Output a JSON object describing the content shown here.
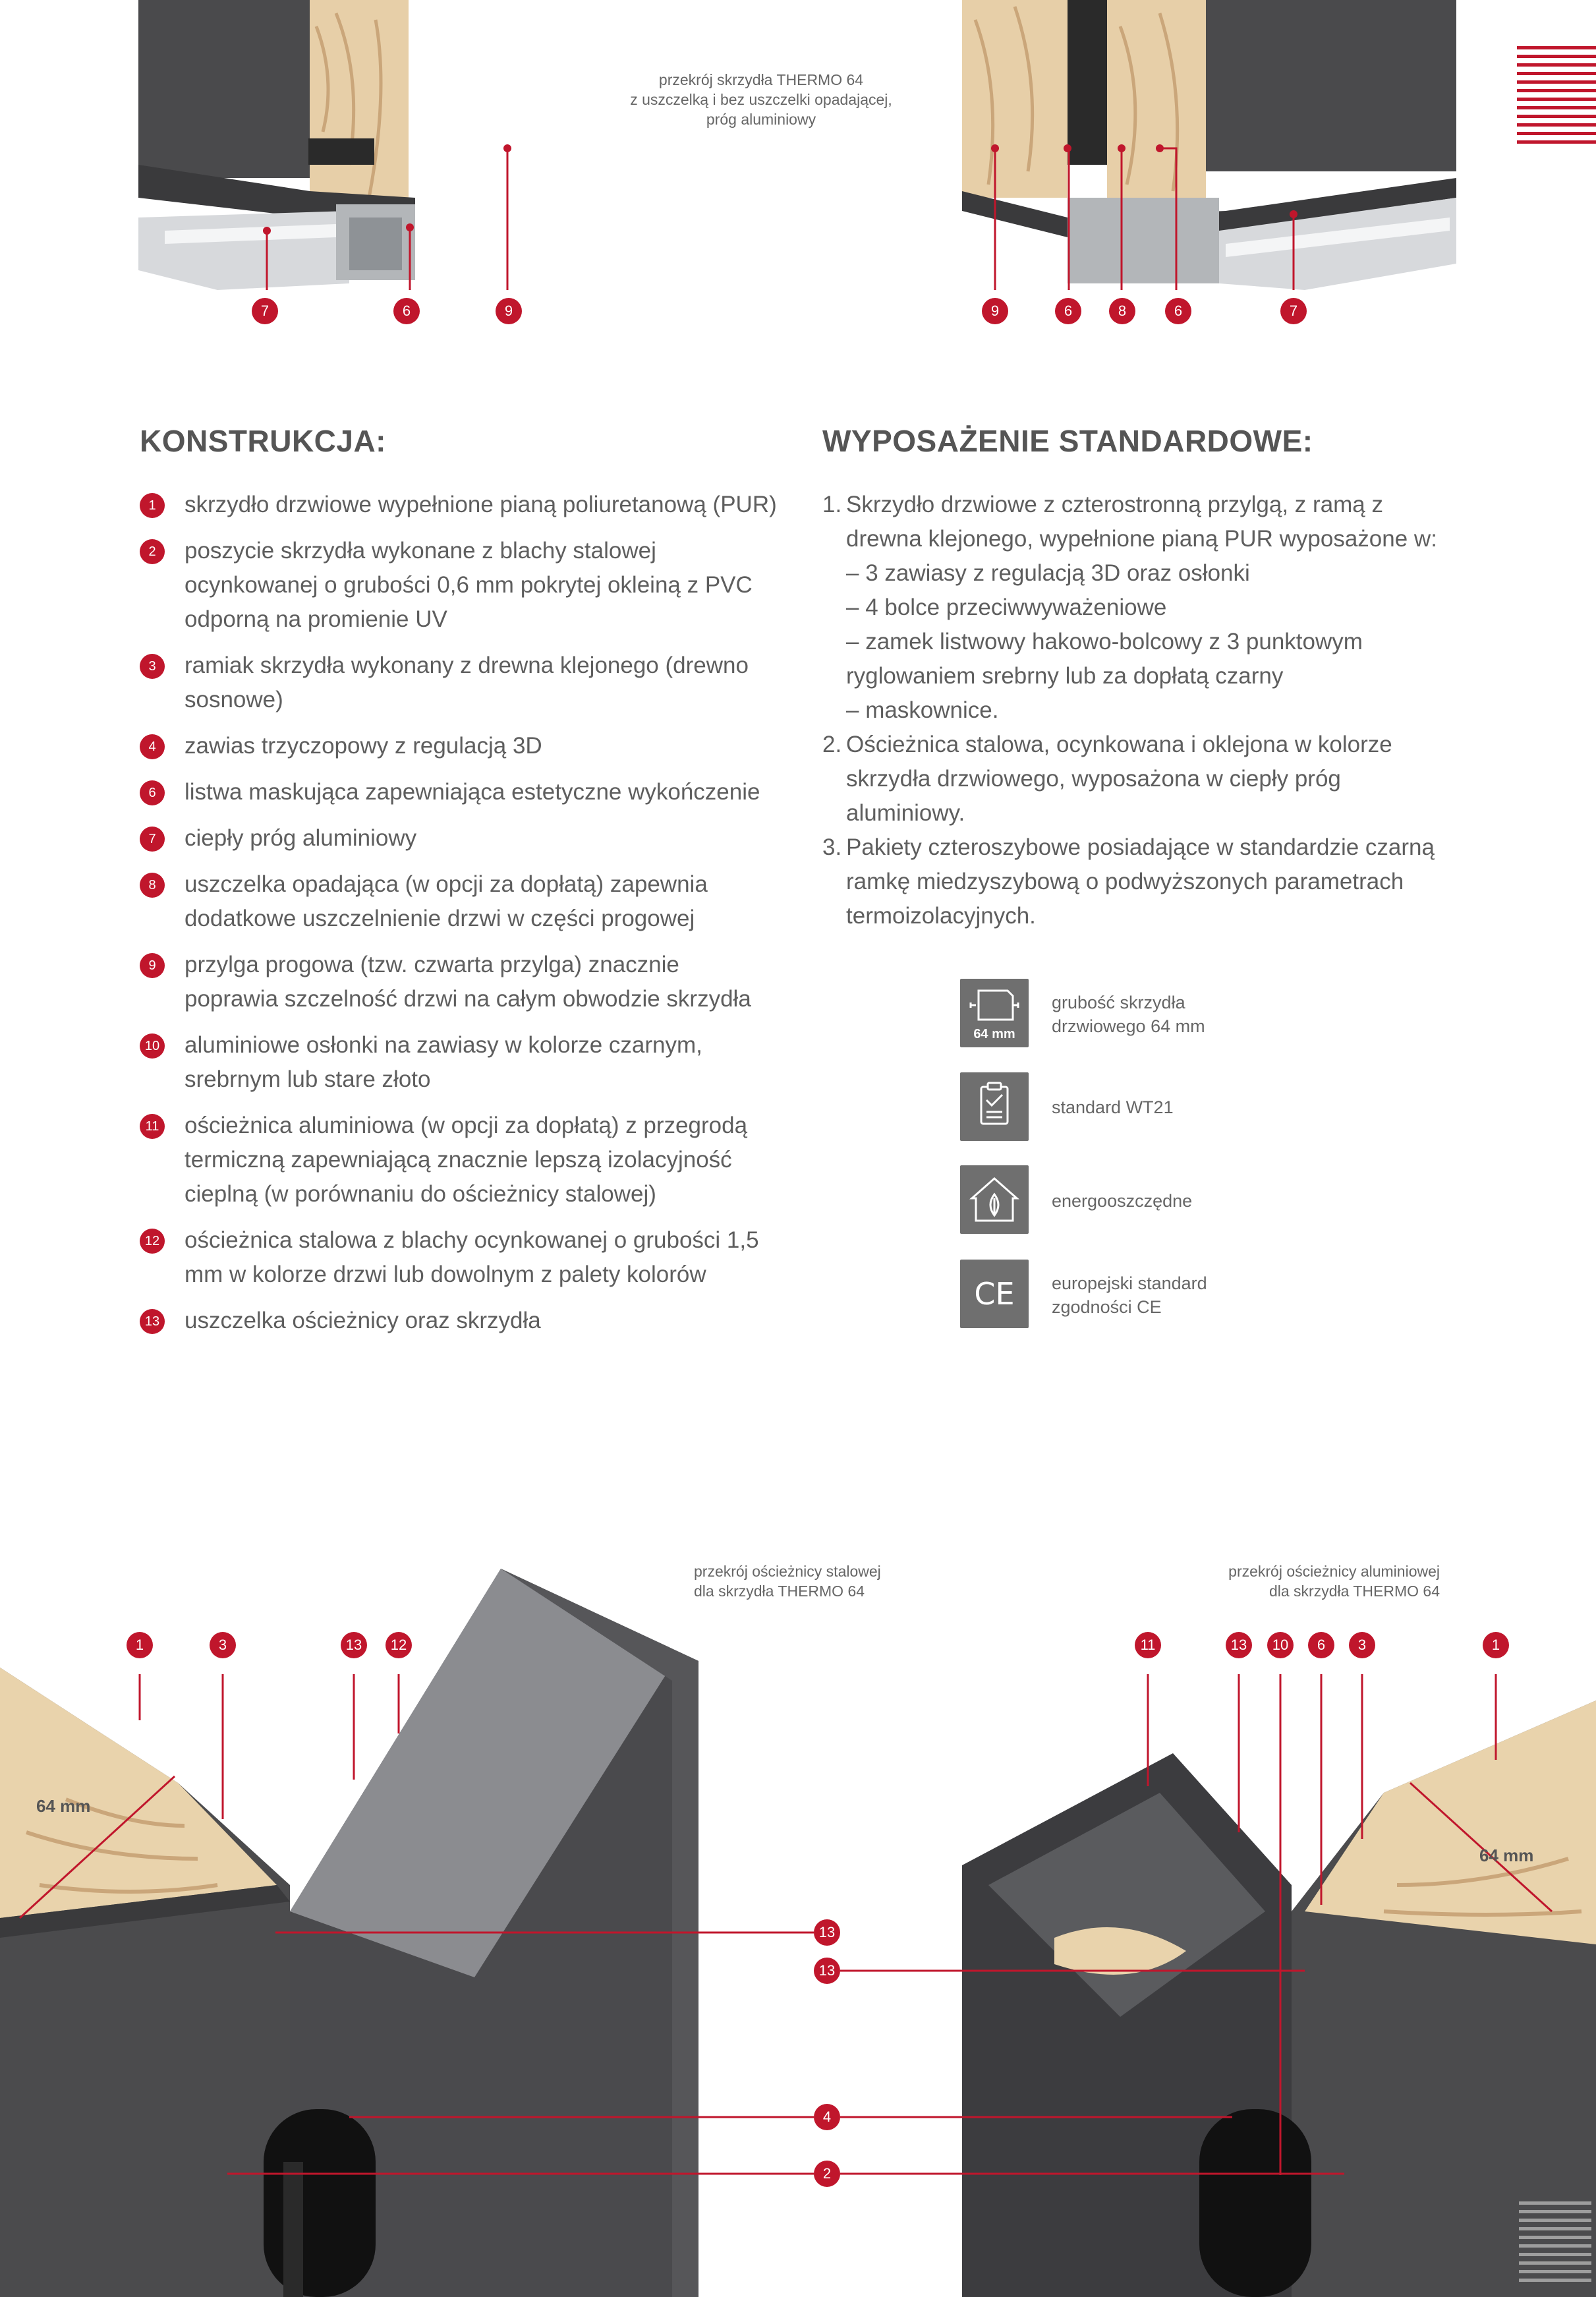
{
  "top_caption": {
    "line1": "przekrój skrzydła THERMO 64",
    "line2": "z uszczelką i bez uszczelki opadającej,",
    "line3": "próg aluminiowy"
  },
  "top_left_markers": [
    "7",
    "6",
    "9"
  ],
  "top_right_markers": [
    "9",
    "6",
    "8",
    "6",
    "7"
  ],
  "konstrukcja": {
    "title": "KONSTRUKCJA:",
    "items": [
      {
        "num": "1",
        "text": "skrzydło drzwiowe wypełnione pianą poliuretanową (PUR)"
      },
      {
        "num": "2",
        "text": "poszycie skrzydła wykonane z blachy stalowej ocynkowanej o grubości 0,6 mm pokrytej okleiną z PVC odporną na promienie UV"
      },
      {
        "num": "3",
        "text": "ramiak skrzydła wykonany z drewna klejonego (drewno sosnowe)"
      },
      {
        "num": "4",
        "text": "zawias trzyczopowy z regulacją 3D"
      },
      {
        "num": "6",
        "text": "listwa maskująca zapewniająca estetyczne wykończenie"
      },
      {
        "num": "7",
        "text": "ciepły próg aluminiowy"
      },
      {
        "num": "8",
        "text": "uszczelka opadająca (w opcji za dopłatą) zapewnia dodatkowe uszczelnienie drzwi w części progowej"
      },
      {
        "num": "9",
        "text": "przylga progowa (tzw. czwarta przylga) znacznie poprawia szczelność drzwi na całym obwodzie skrzydła"
      },
      {
        "num": "10",
        "text": "aluminiowe osłonki na zawiasy w kolorze czarnym, srebrnym lub stare złoto"
      },
      {
        "num": "11",
        "text": "ościeżnica aluminiowa (w opcji za dopłatą) z przegrodą termiczną zapewniającą znacznie lepszą izolacyjność cieplną (w porównaniu do ościeżnicy stalowej)"
      },
      {
        "num": "12",
        "text": "ościeżnica stalowa z blachy ocynkowanej o grubości 1,5 mm w kolorze drzwi lub dowolnym z palety kolorów"
      },
      {
        "num": "13",
        "text": "uszczelka ościeżnicy oraz skrzydła"
      }
    ]
  },
  "wyposazenie": {
    "title": "WYPOSAŻENIE STANDARDOWE:",
    "item1": {
      "num": "1.",
      "text": "Skrzydło drzwiowe z czterostronną przylgą, z ramą z drewna klejonego, wypełnione pianą PUR wyposażone w:",
      "subs": [
        "– 3 zawiasy z regulacją 3D oraz osłonki",
        "– 4 bolce przeciwwyważeniowe",
        "– zamek listwowy hakowo-bolcowy z 3 punktowym ryglowaniem srebrny lub za dopłatą czarny",
        "– maskownice."
      ]
    },
    "item2": {
      "num": "2.",
      "text": "Ościeżnica stalowa, ocynkowana i oklejona w kolorze skrzydła drzwiowego, wyposażona w ciepły próg aluminiowy."
    },
    "item3": {
      "num": "3.",
      "text": "Pakiety czteroszybowe posiadające w standardzie czarną ramkę miedzyszybową o podwyższonych parametrach termoizolacyjnych."
    }
  },
  "features": [
    {
      "icon": "thickness-icon",
      "icon_text": "64 mm",
      "label": "grubość skrzydła drzwiowego 64 mm"
    },
    {
      "icon": "clipboard-standard-icon",
      "label": "standard WT21"
    },
    {
      "icon": "eco-house-icon",
      "label": "energooszczędne"
    },
    {
      "icon": "ce-mark-icon",
      "icon_text": "CE",
      "label": "europejski standard zgodności CE"
    }
  ],
  "bottom_left_caption": {
    "line1": "przekrój ościeżnicy stalowej",
    "line2": "dla skrzydła THERMO 64"
  },
  "bottom_right_caption": {
    "line1": "przekrój ościeżnicy aluminiowej",
    "line2": "dla skrzydła THERMO 64"
  },
  "bottom_left_markers": [
    "1",
    "3",
    "13",
    "12"
  ],
  "bottom_right_markers": [
    "11",
    "13",
    "10",
    "6",
    "3",
    "1"
  ],
  "center_markers": [
    "13",
    "13",
    "4",
    "2"
  ],
  "dimension_left": "64 mm",
  "dimension_right": "64 mm",
  "colors": {
    "accent": "#c0162c",
    "text": "#5e5e5e",
    "icon_bg": "#6f6f6f"
  }
}
